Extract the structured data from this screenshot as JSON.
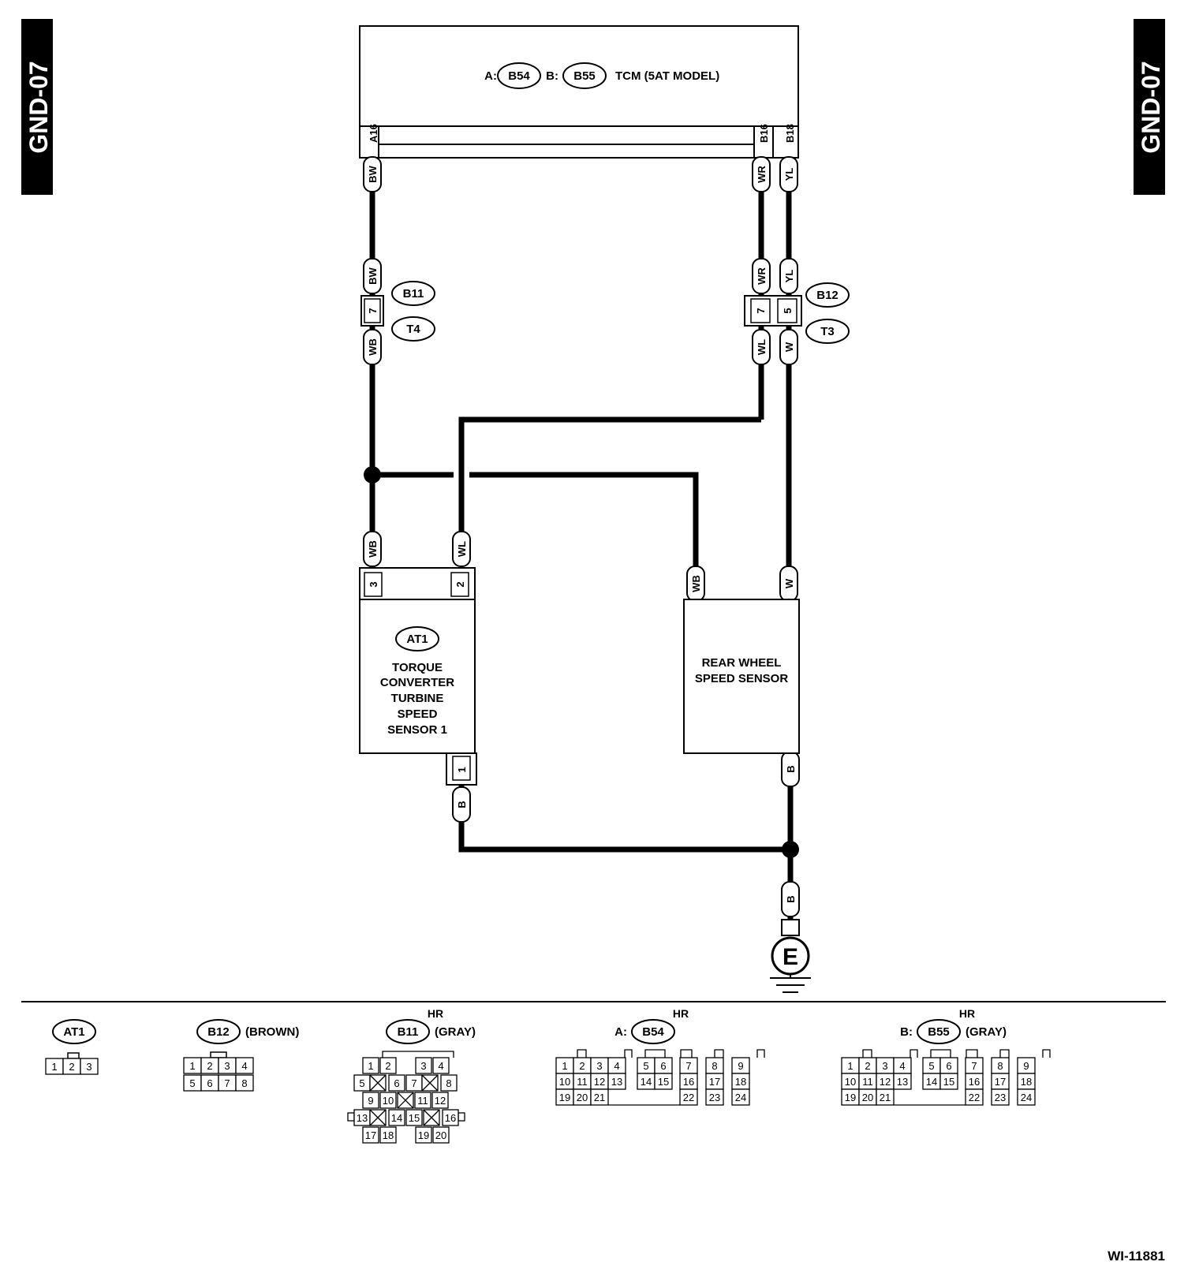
{
  "page_tags": {
    "left": "GND-07",
    "right": "GND-07"
  },
  "tcm": {
    "conn_a_prefix": "A:",
    "conn_a": "B54",
    "conn_b_prefix": "B:",
    "conn_b": "B55",
    "title": "TCM (5AT MODEL)",
    "pins": [
      "A16",
      "B16",
      "B18"
    ]
  },
  "wire_labels": {
    "tcm_a16": "BW",
    "tcm_b16": "WR",
    "tcm_b18": "YL",
    "b11_top": "BW",
    "b11_bot": "WB",
    "b12_top_left": "WR",
    "b12_top_right": "YL",
    "b12_bot_left": "WL",
    "b12_bot_right": "W",
    "at1_left": "WB",
    "at1_right": "WL",
    "rw_left": "WB",
    "rw_right": "W",
    "rw_bottom": "B",
    "at1_bottom": "B",
    "ground": "B"
  },
  "splice_connectors": {
    "left": {
      "pin": "7",
      "upper_id": "B11",
      "lower_id": "T4"
    },
    "right": {
      "pin_left": "7",
      "pin_right": "5",
      "upper_id": "B12",
      "lower_id": "T3"
    }
  },
  "at1": {
    "id": "AT1",
    "pins": [
      "3",
      "2"
    ],
    "bottom_pin": "1",
    "name_lines": [
      "TORQUE",
      "CONVERTER",
      "TURBINE",
      "SPEED",
      "SENSOR 1"
    ]
  },
  "rear_wheel": {
    "name_lines": [
      "REAR WHEEL",
      "SPEED SENSOR"
    ]
  },
  "ground": {
    "symbol": "E"
  },
  "connector_views": {
    "at1": {
      "id": "AT1",
      "pins": [
        "1",
        "2",
        "3"
      ]
    },
    "b12": {
      "id": "B12",
      "color": "(BROWN)",
      "rows": [
        [
          "1",
          "2",
          "3",
          "4"
        ],
        [
          "5",
          "6",
          "7",
          "8"
        ]
      ]
    },
    "b11": {
      "id": "B11",
      "color": "(GRAY)",
      "hr": "HR",
      "pins": [
        "1",
        "2",
        "3",
        "4",
        "5",
        "6",
        "7",
        "8",
        "9",
        "10",
        "11",
        "12",
        "13",
        "14",
        "15",
        "16",
        "17",
        "18",
        "19",
        "20"
      ]
    },
    "b54": {
      "prefix": "A:",
      "id": "B54",
      "hr": "HR",
      "color": ""
    },
    "b55": {
      "prefix": "B:",
      "id": "B55",
      "hr": "HR",
      "color": "(GRAY)"
    },
    "tcm_pins": [
      "1",
      "2",
      "3",
      "4",
      "5",
      "6",
      "7",
      "8",
      "9",
      "10",
      "11",
      "12",
      "13",
      "14",
      "15",
      "16",
      "17",
      "18",
      "19",
      "20",
      "21",
      "22",
      "23",
      "24"
    ]
  },
  "figure_id": "WI-11881"
}
